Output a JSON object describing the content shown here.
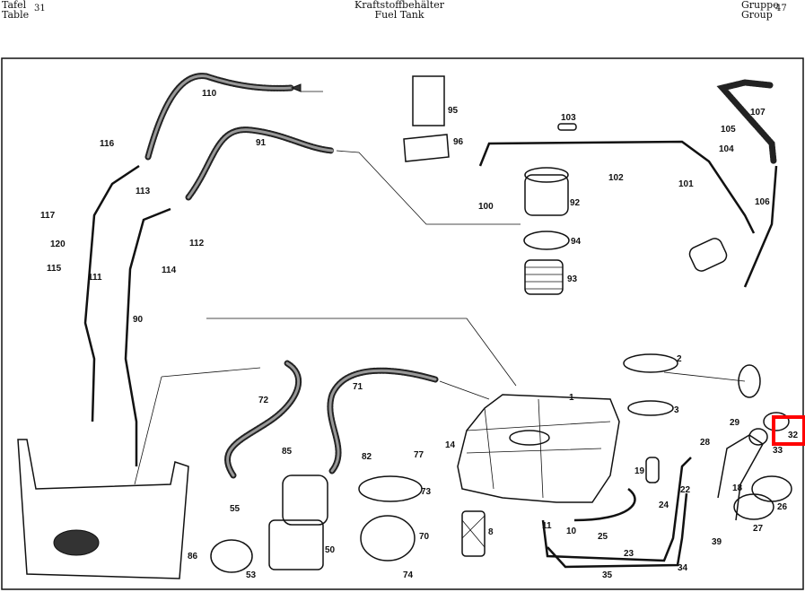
{
  "header": {
    "table_label_de": "Tafel",
    "table_label_en": "Table",
    "table_number": "31",
    "title_de": "Kraftstoffbehälter",
    "title_en": "Fuel Tank",
    "group_label_de": "Gruppe",
    "group_label_en": "Group",
    "group_number": "47"
  },
  "highlight": {
    "color": "#ff0000",
    "target_part": "32"
  },
  "labels": {
    "p110": "110",
    "p116": "116",
    "p113": "113",
    "p91": "91",
    "p95": "95",
    "p96": "96",
    "p103": "103",
    "p107": "107",
    "p105": "105",
    "p104": "104",
    "p102": "102",
    "p101": "101",
    "p106": "106",
    "p92": "92",
    "p100": "100",
    "p117": "117",
    "p120": "120",
    "p115": "115",
    "p112": "112",
    "p114": "114",
    "p111": "111",
    "p90": "90",
    "p94": "94",
    "p93": "93",
    "p2": "2",
    "p1": "1",
    "p3": "3",
    "p72": "72",
    "p71": "71",
    "p29": "29",
    "p32": "32",
    "p33": "33",
    "p28": "28",
    "p85": "85",
    "p82": "82",
    "p77": "77",
    "p14": "14",
    "p19": "19",
    "p18": "18",
    "p22": "22",
    "p73": "73",
    "p24": "24",
    "p26": "26",
    "p55": "55",
    "p11": "11",
    "p10": "10",
    "p8": "8",
    "p27": "27",
    "p25": "25",
    "p70": "70",
    "p50": "50",
    "p39": "39",
    "p23": "23",
    "p86": "86",
    "p34": "34",
    "p53": "53",
    "p35": "35",
    "p74": "74"
  }
}
